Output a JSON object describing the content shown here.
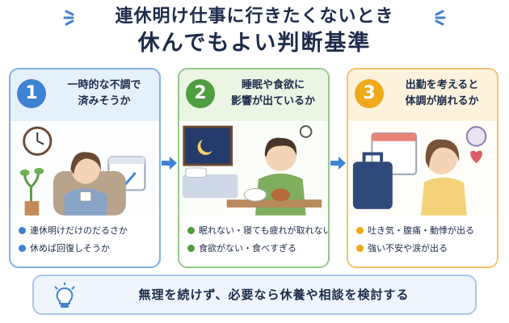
{
  "title": {
    "line1": "連休明け仕事に行きたくないとき",
    "line2": "休んでもよい判断基準"
  },
  "cards": [
    {
      "number": "1",
      "heading": [
        "一時的な不調で",
        "済みそうか"
      ],
      "bullets": [
        "連休明けだけのだるさか",
        "休めば回復しそうか"
      ]
    },
    {
      "number": "2",
      "heading": [
        "睡眠や食欲に",
        "影響が出ているか"
      ],
      "bullets": [
        "眠れない・寝ても疲れが取れない",
        "食欲がない・食べすぎる"
      ]
    },
    {
      "number": "3",
      "heading": [
        "出勤を考えると",
        "体調が崩れるか"
      ],
      "bullets": [
        "吐き気・腹痛・動悸が出る",
        "強い不安や涙が出る"
      ]
    }
  ],
  "bottom": {
    "text": "無理を続けず、必要なら休養や相談を検討する"
  },
  "colors": {
    "card1": "#3f82d2",
    "card2": "#4f9e3f",
    "card3": "#efaa1c",
    "title": "#1c2b4a"
  },
  "icons": [
    "sparkle-icon",
    "arrow-right-icon",
    "lightbulb-icon",
    "clock-icon",
    "calendar-icon",
    "moon-icon",
    "bag-icon",
    "heart-icon",
    "stomach-icon"
  ]
}
